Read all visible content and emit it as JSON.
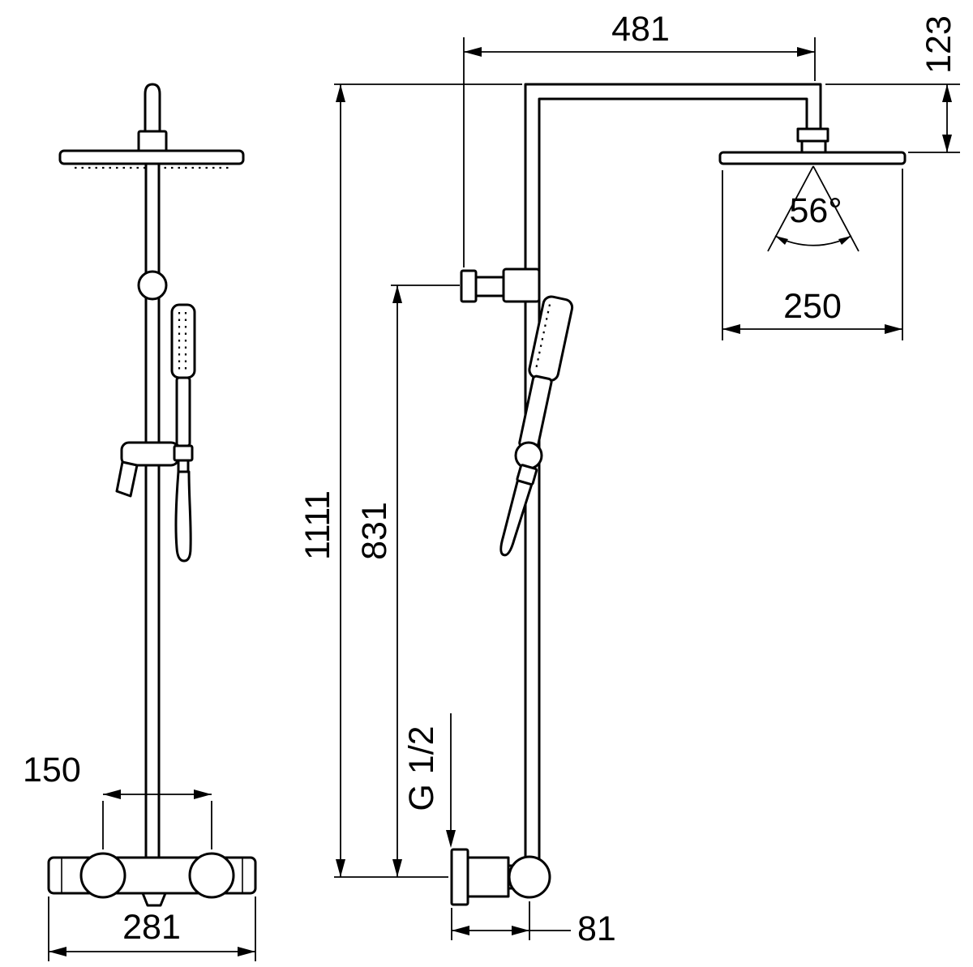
{
  "style": {
    "line_color": "#000000",
    "background": "#ffffff"
  },
  "dimensions": {
    "arm_reach_mm": "481",
    "head_drop_mm": "123",
    "spray_angle": "56°",
    "head_width_mm": "250",
    "total_height_mm": "1111",
    "hand_shower_height_mm": "831",
    "handle_spacing_mm": "150",
    "mixer_width_mm": "281",
    "inlet_thread": "G 1/2",
    "inlet_offset_mm": "81"
  }
}
